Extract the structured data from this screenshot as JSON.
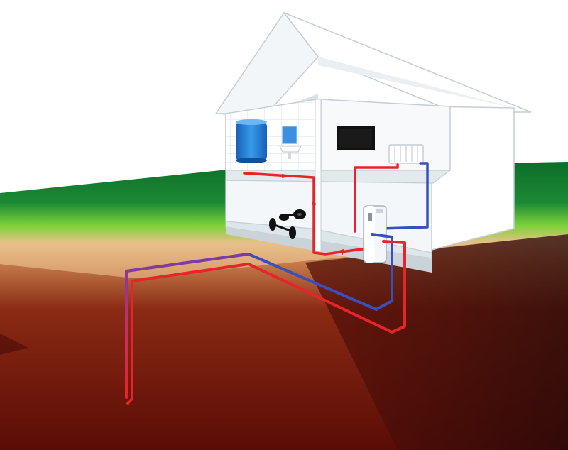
{
  "diagram": {
    "subject": "ground-source-heat-pump",
    "labels": [],
    "colors": {
      "background": "#ffffff",
      "grass_top": "#10782e",
      "grass_glow": "#7fd23a",
      "subsoil_light": "#e8b88a",
      "subsoil_mid": "#b56a3a",
      "ground_deep": "#6e1208",
      "ground_dark": "#2a0a0a",
      "house_wall": "#ffffff",
      "house_shade": "#e6eef2",
      "house_outline": "#b8c4ca",
      "pipe_hot": "#e8232a",
      "pipe_cold": "#3a4fbf",
      "pipe_mixed": "#7a3aa8",
      "tank_blue": "#1f7ed8",
      "tv_black": "#111111"
    },
    "components": [
      {
        "name": "house",
        "icon": "house-cutaway-icon"
      },
      {
        "name": "hot-water-tank",
        "icon": "water-tank-icon"
      },
      {
        "name": "bathroom-sink",
        "icon": "sink-icon"
      },
      {
        "name": "television",
        "icon": "tv-icon"
      },
      {
        "name": "radiator",
        "icon": "radiator-icon"
      },
      {
        "name": "heat-pump-unit",
        "icon": "heat-pump-icon"
      },
      {
        "name": "weight-set",
        "icon": "dumbbell-icon"
      },
      {
        "name": "ground-loop",
        "icon": "ground-loop-icon"
      }
    ]
  }
}
